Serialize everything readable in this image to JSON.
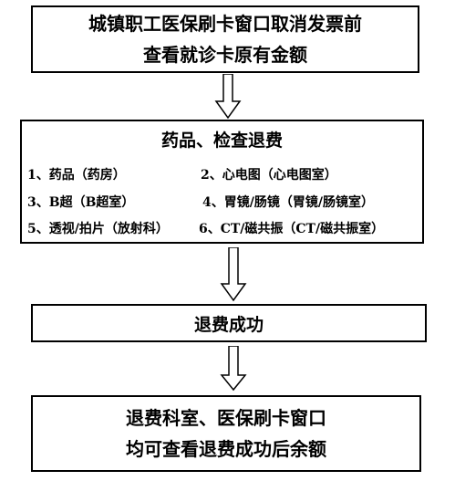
{
  "steps": [
    {
      "line1": "城镇职工医保刷卡窗口取消发票前",
      "line2": "查看就诊卡原有金额"
    },
    {
      "title": "药品、检查退费",
      "items": [
        "1、药品（药房）",
        "2、心电图（心电图室）",
        "3、B超（B超室）",
        "4、胃镜/肠镜（胃镜/肠镜室）",
        "5、透视/拍片（放射科）",
        "6、CT/磁共振（CT/磁共振室）"
      ]
    },
    {
      "line1": "退费成功"
    },
    {
      "line1": "退费科室、医保刷卡窗口",
      "line2": "均可查看退费成功后余额"
    }
  ]
}
